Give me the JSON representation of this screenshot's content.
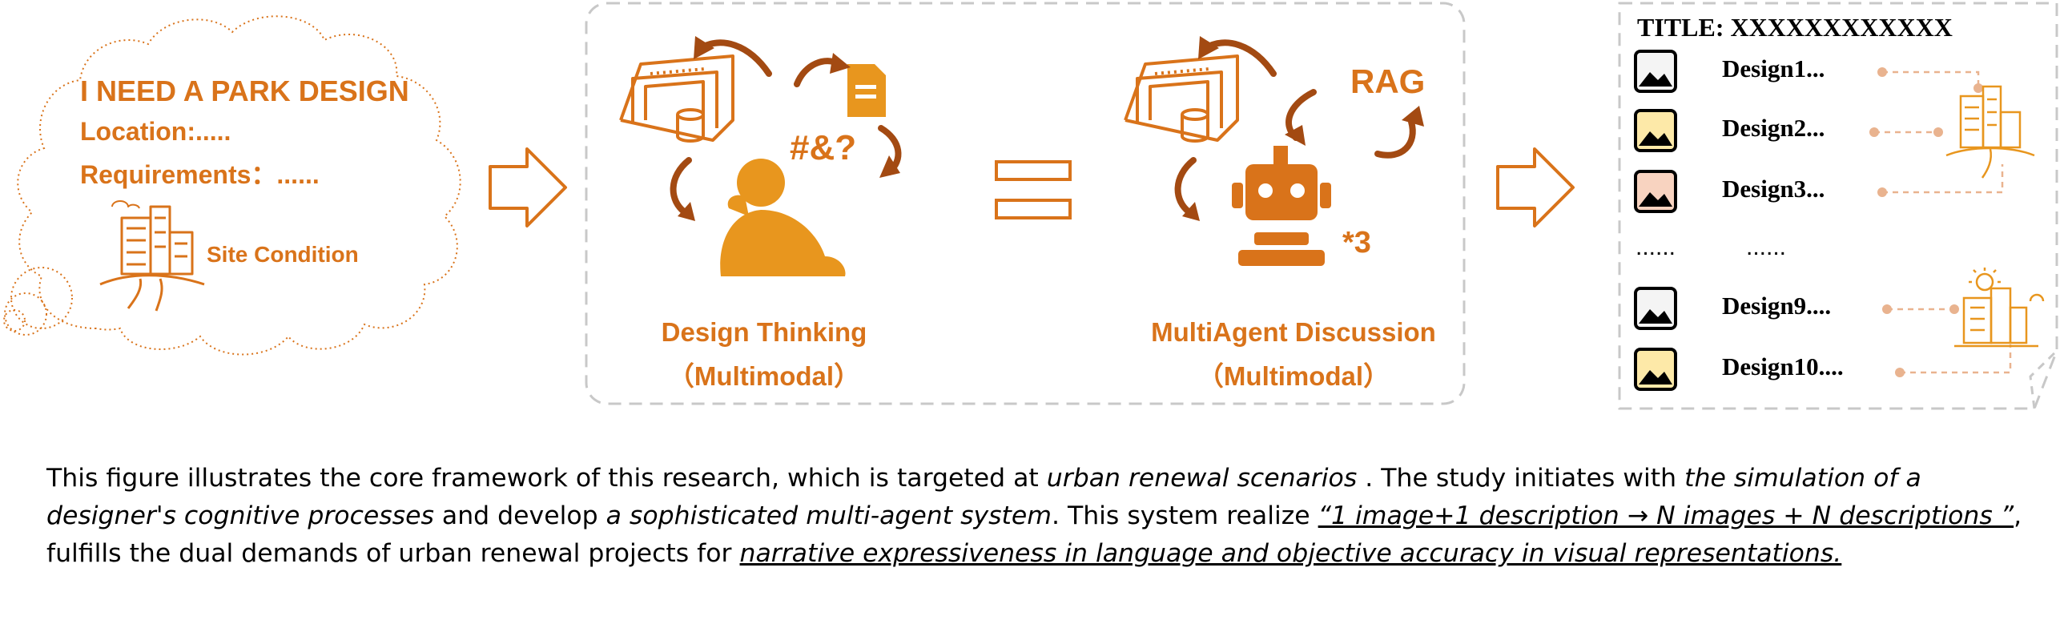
{
  "input_cloud": {
    "title": "I NEED A PARK DESIGN",
    "location": "Location:.....",
    "requirements": "Requirements：......",
    "site_condition": "Site Condition"
  },
  "process": {
    "design_thinking": {
      "label": "Design Thinking",
      "sub": "（Multimodal）",
      "symbols": "#&?"
    },
    "multiagent": {
      "label": "MultiAgent Discussion",
      "sub": "（Multimodal）",
      "rag": "RAG",
      "count": "*3"
    }
  },
  "output": {
    "title": "TITLE: XXXXXXXXXXXX",
    "designs": [
      {
        "label": "Design1...",
        "thumb": "#f4f4f4"
      },
      {
        "label": "Design2...",
        "thumb": "#fde9a8"
      },
      {
        "label": "Design3...",
        "thumb": "#f8d3c0"
      },
      {
        "label": "Design9....",
        "thumb": "#f4f4f4"
      },
      {
        "label": "Design10....",
        "thumb": "#fde9a8"
      }
    ],
    "ellipsis_left": "......",
    "ellipsis_right": "......"
  },
  "caption": {
    "p1": "This figure illustrates the core framework of this research, which is targeted at ",
    "e1": "urban renewal scenarios",
    "p2": " . The study initiates with ",
    "e2": "the simulation of a designer's cognitive processes",
    "p3": " and develop ",
    "e3": "a sophisticated multi-agent system",
    "p4": ". This system realize ",
    "e4": "“1 image+1 description → N images + N descriptions ”",
    "p5": ", fulfills the dual demands of urban renewal projects for ",
    "e5": "narrative expressiveness in language and objective accuracy in visual representations."
  },
  "colors": {
    "accent": "#d9731a",
    "accent_dark": "#a34a12",
    "accent_light": "#e8961e",
    "dash": "#c8c8c8"
  }
}
